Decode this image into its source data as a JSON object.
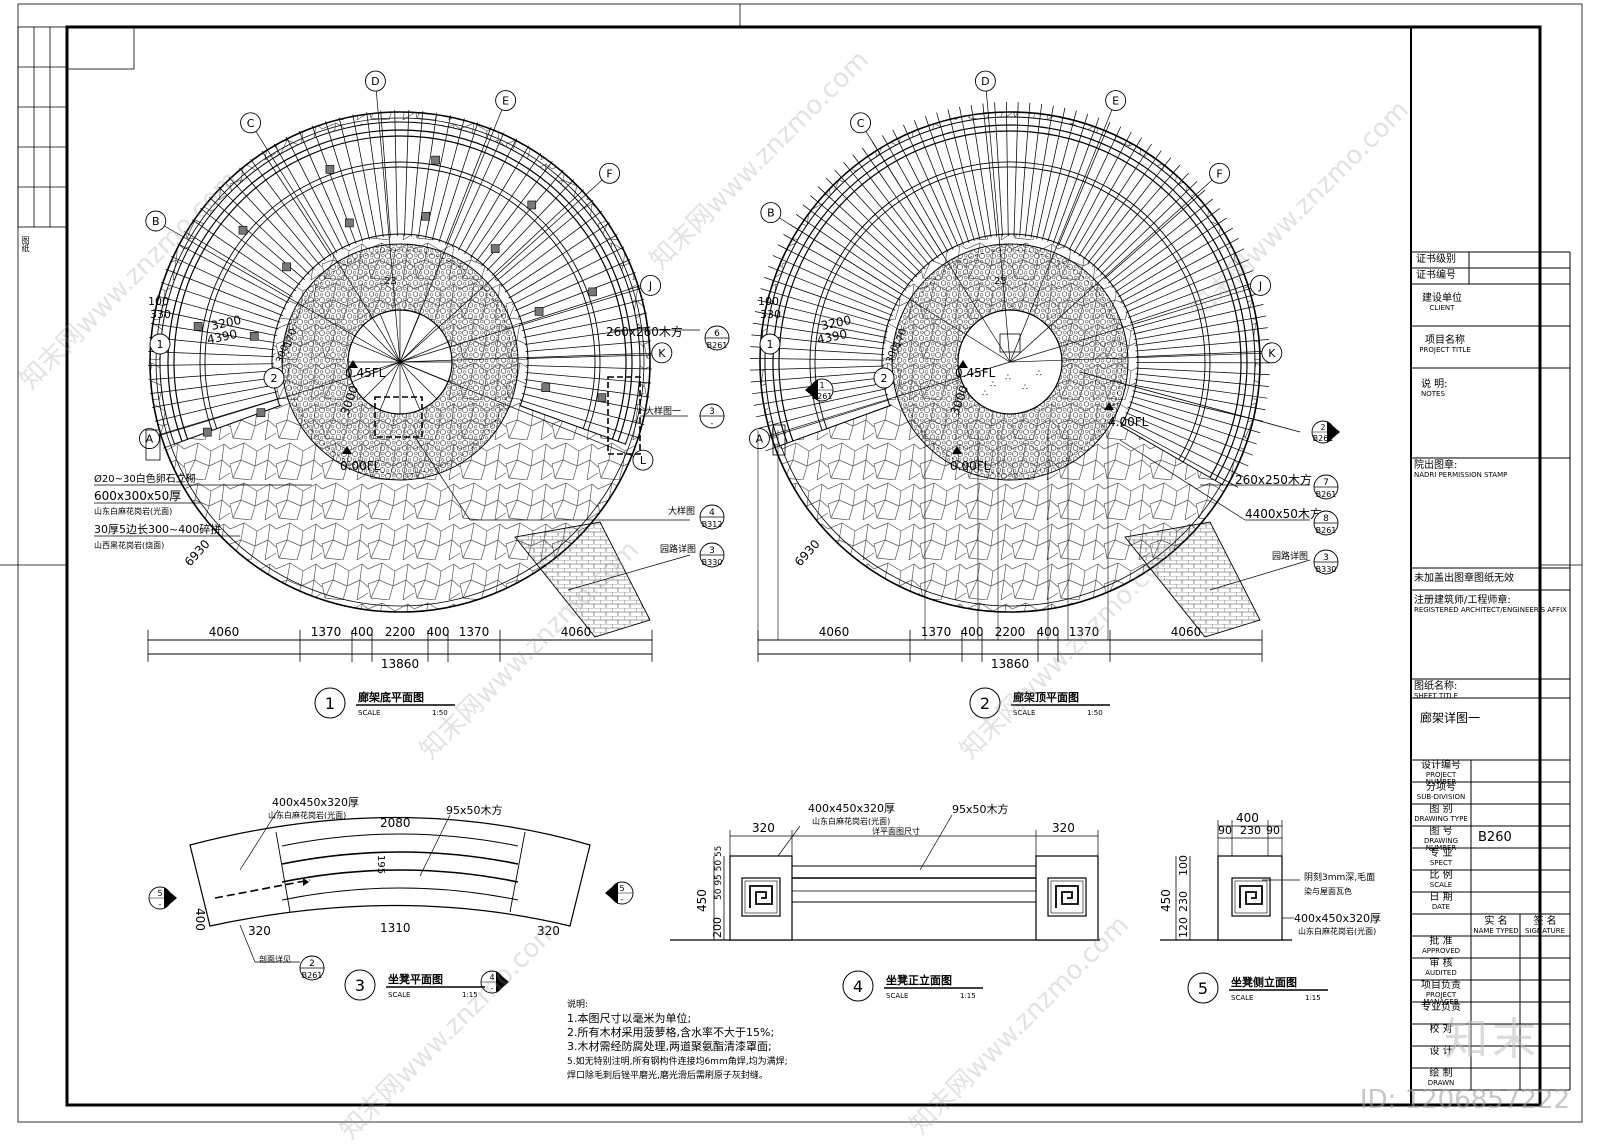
{
  "titleblock": {
    "cert_level": "证书级别",
    "cert_no": "证书编号",
    "client_zh": "建设单位",
    "client_en": "CLIENT",
    "project_zh": "项目名称",
    "project_en": "PROJECT TITLE",
    "notes_zh": "说  明:",
    "notes_en": "NOTES",
    "stamp_zh": "院出图章:",
    "stamp_en": "NADRI PERMISSION STAMP",
    "invalid": "未加盖出图章图纸无效",
    "architect_zh": "注册建筑师/工程师章:",
    "architect_en": "REGISTERED ARCHITECT/ENGINEER'S AFFIX",
    "sheet_title_zh": "图纸名称:",
    "sheet_title_en": "SHEET TITLE",
    "sheet_title_value": "廊架详图一",
    "rows": [
      {
        "zh": "设计编号",
        "en": "PROJECT NUMBER",
        "value": ""
      },
      {
        "zh": "分项号",
        "en": "SUB-DIVISION",
        "value": ""
      },
      {
        "zh": "图  别",
        "en": "DRAWING TYPE",
        "value": ""
      },
      {
        "zh": "图  号",
        "en": "DRAWING NUMBER",
        "value": "B260"
      },
      {
        "zh": "专  业",
        "en": "SPECT",
        "value": ""
      },
      {
        "zh": "比  例",
        "en": "SCALE",
        "value": ""
      },
      {
        "zh": "日  期",
        "en": "DATE",
        "value": ""
      }
    ],
    "name_typed_zh": "实  名",
    "name_typed_en": "NAME TYPED",
    "signature_zh": "签  名",
    "signature_en": "SIGNATURE",
    "sign_rows": [
      {
        "zh": "批  准",
        "en": "APPROVED"
      },
      {
        "zh": "审  核",
        "en": "AUDITED"
      },
      {
        "zh": "项目负责",
        "en": "PROJECT MANAGER"
      },
      {
        "zh": "专业负责",
        "en": ""
      },
      {
        "zh": "校  对",
        "en": ""
      },
      {
        "zh": "设  计",
        "en": ""
      },
      {
        "zh": "绘  制",
        "en": "DRAWN"
      }
    ]
  },
  "plan1": {
    "num": "1",
    "title": "廊架底平面图",
    "scale_label": "SCALE",
    "scale": "1:50",
    "axes": [
      "A",
      "B",
      "C",
      "D",
      "E",
      "F",
      "J",
      "K",
      "L"
    ],
    "axis_nums": [
      "1",
      "2"
    ],
    "dims": [
      "4060",
      "1370",
      "400",
      "2200",
      "400",
      "1370",
      "4060"
    ],
    "overall": "13860",
    "d_3200": "3200",
    "d_4390": "4390",
    "d_100": "100",
    "d_330": "330",
    "d_170": "170",
    "d_300": "300",
    "d_6930": "6930",
    "d_3000": "3000",
    "d_23": "23",
    "lvl_045": "0.45FL",
    "lvl_000": "0.00FL",
    "mat1": "Ø20~30白色卵石立砌",
    "mat2": "600x300x50厚",
    "mat2b": "山东白麻花岗岩(光面)",
    "mat3": "30厚5边长300~400碎拼",
    "mat3b": "山西黑花岗岩(烧面)",
    "timber": "260x260木方",
    "ref_timber": [
      "6",
      "B261"
    ],
    "detail1": "大样图一",
    "ref_detail1": [
      "3",
      "-"
    ],
    "detail2": "大样图",
    "ref_detail2": [
      "4",
      "B312"
    ],
    "road": "园路详图",
    "ref_road": [
      "3",
      "B330"
    ]
  },
  "plan2": {
    "num": "2",
    "title": "廊架顶平面图",
    "scale_label": "SCALE",
    "scale": "1:50",
    "axes": [
      "A",
      "B",
      "C",
      "D",
      "E",
      "F",
      "J",
      "K"
    ],
    "axis_nums": [
      "1",
      "2"
    ],
    "dims": [
      "4060",
      "1370",
      "400",
      "2200",
      "400",
      "1370",
      "4060"
    ],
    "overall": "13860",
    "d_3200": "3200",
    "d_4390": "4390",
    "d_100": "100",
    "d_330": "330",
    "d_170": "170",
    "d_300": "300",
    "d_6930": "6930",
    "d_3000": "3000",
    "d_23": "23",
    "lvl_045": "0.45FL",
    "lvl_000": "0.00FL",
    "lvl_400": "4.00FL",
    "sec1": [
      "1",
      "B261"
    ],
    "sec2": [
      "2",
      "B261"
    ],
    "timber1": "260x250木方",
    "ref_timber1": [
      "7",
      "B261"
    ],
    "timber2": "4400x50木方",
    "ref_timber2": [
      "8",
      "B261"
    ],
    "road": "园路详图",
    "ref_road": [
      "3",
      "B330"
    ]
  },
  "bench_plan": {
    "num": "3",
    "title": "坐凳平面图",
    "scale_label": "SCALE",
    "scale": "1:15",
    "stone": "400x450x320厚",
    "stone_b": "山东白麻花岗岩(光面)",
    "wood": "95x50木方",
    "d_2080": "2080",
    "d_1310": "1310",
    "d_400": "400",
    "d_320a": "320",
    "d_320b": "320",
    "d_195": "195",
    "section_note": "剖面详见",
    "ref_section": [
      "2",
      "B261"
    ],
    "sec_left": [
      "5",
      "-"
    ],
    "sec_right": [
      "5",
      "-"
    ],
    "sec_bottom": [
      "4",
      "-"
    ]
  },
  "bench_front": {
    "num": "4",
    "title": "坐凳正立面图",
    "scale_label": "SCALE",
    "scale": "1:15",
    "stone": "400x450x320厚",
    "stone_b": "山东白麻花岗岩(光面)",
    "wood": "95x50木方",
    "wood_note": "详平面图尺寸",
    "d_320a": "320",
    "d_320b": "320",
    "d_450": "450",
    "d_200": "200",
    "d_stack": "50 95 50 55"
  },
  "bench_side": {
    "num": "5",
    "title": "坐凳侧立面图",
    "scale_label": "SCALE",
    "scale": "1:15",
    "d_400": "400",
    "d_90a": "90",
    "d_230w": "230",
    "d_90b": "90",
    "d_450": "450",
    "d_100": "100",
    "d_230h": "230",
    "d_120": "120",
    "engrave": "阴刻3mm深,毛面",
    "engrave_b": "染与屋面瓦色",
    "stone": "400x450x320厚",
    "stone_b": "山东白麻花岗岩(光面)"
  },
  "notes": {
    "heading": "说明:",
    "lines": [
      "1.本图尺寸以毫米为单位;",
      "2.所有木材采用菠萝格,含水率不大于15%;",
      "3.木材需经防腐处理,两道聚氨酯清漆罩面;",
      "5.如无特别注明,所有钢构件连接均6mm角焊,均为满焊;",
      "焊口除毛刺后锉平磨光,磨光滑后需刷原子灰封缝。"
    ]
  },
  "watermark": {
    "text": "知末网www.znzmo.com",
    "logo": "知末",
    "id": "ID: 1206857222"
  },
  "side_mark": "图纸"
}
